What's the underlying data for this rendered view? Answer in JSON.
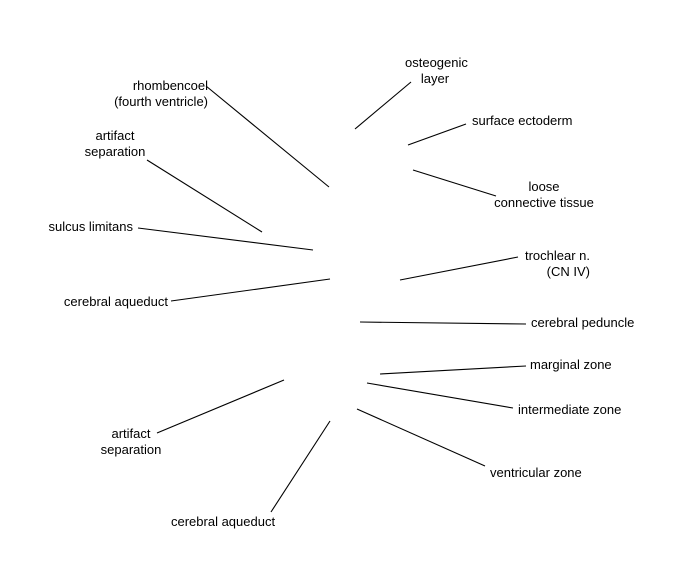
{
  "labels": {
    "osteogenic_layer": [
      "osteogenic",
      "layer"
    ],
    "surface_ectoderm": "surface ectoderm",
    "loose_connective_tissue": [
      "loose",
      "connective tissue"
    ],
    "trochlear_nerve": [
      "trochlear n.",
      "(CN IV)"
    ],
    "cerebral_peduncle": "cerebral peduncle",
    "marginal_zone": "marginal zone",
    "intermediate_zone": "intermediate zone",
    "ventricular_zone": "ventricular zone",
    "rhombencoel": [
      "rhombencoel",
      "(fourth ventricle)"
    ],
    "artifact_separation_upper": [
      "artifact",
      "separation"
    ],
    "sulcus_limitans": "sulcus limitans",
    "cerebral_aqueduct_left": "cerebral aqueduct",
    "artifact_separation_lower": [
      "artifact",
      "separation"
    ],
    "cerebral_aqueduct_bottom": "cerebral aqueduct"
  },
  "colors": {
    "line": "#000000",
    "text": "#000000",
    "background": "#ffffff"
  }
}
